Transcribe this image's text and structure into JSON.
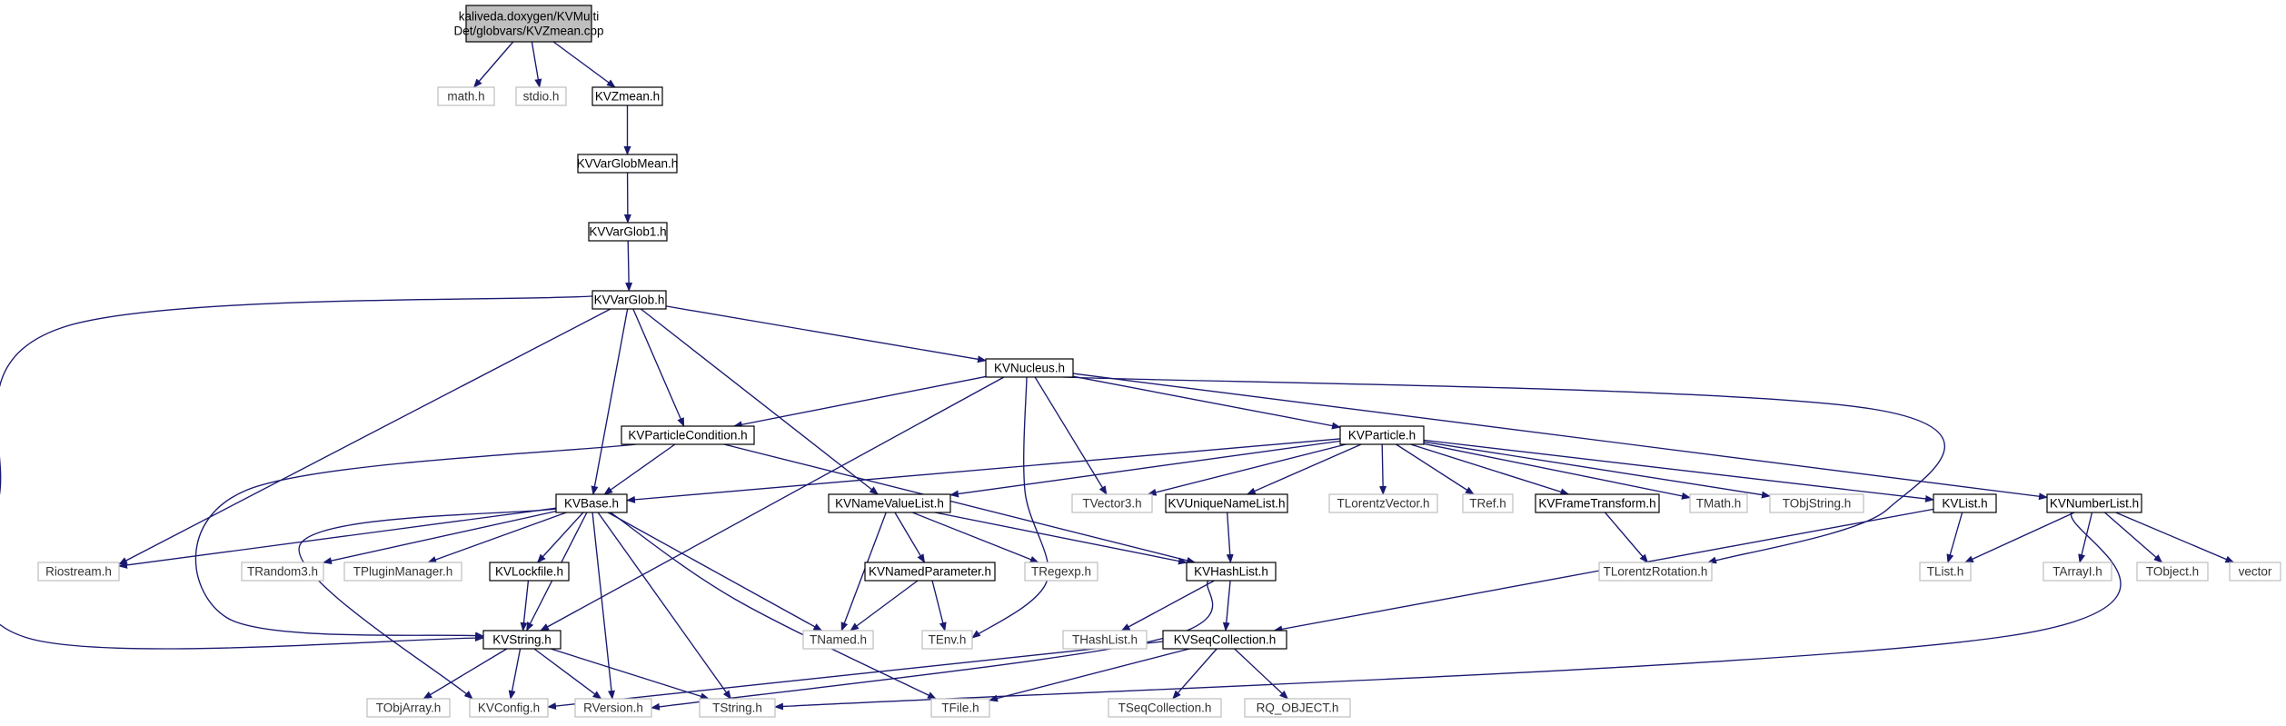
{
  "diagram": {
    "nodes": [
      {
        "id": "root",
        "label": "kaliveda.doxygen/KVMulti\nDet/globvars/KVZmean.cpp",
        "kind": "root"
      },
      {
        "id": "math",
        "label": "math.h",
        "kind": "external"
      },
      {
        "id": "stdio",
        "label": "stdio.h",
        "kind": "external"
      },
      {
        "id": "kvzmean",
        "label": "KVZmean.h",
        "kind": "internal"
      },
      {
        "id": "kvvarglobmean",
        "label": "KVVarGlobMean.h",
        "kind": "internal"
      },
      {
        "id": "kvvarglob1",
        "label": "KVVarGlob1.h",
        "kind": "internal"
      },
      {
        "id": "kvvarglob",
        "label": "KVVarGlob.h",
        "kind": "internal"
      },
      {
        "id": "kvnucleus",
        "label": "KVNucleus.h",
        "kind": "internal"
      },
      {
        "id": "kvparticlecondition",
        "label": "KVParticleCondition.h",
        "kind": "internal"
      },
      {
        "id": "kvparticle",
        "label": "KVParticle.h",
        "kind": "internal"
      },
      {
        "id": "kvbase",
        "label": "KVBase.h",
        "kind": "internal"
      },
      {
        "id": "kvnamevaluelist",
        "label": "KVNameValueList.h",
        "kind": "internal"
      },
      {
        "id": "tvector3",
        "label": "TVector3.h",
        "kind": "external"
      },
      {
        "id": "kvuniquenamelist",
        "label": "KVUniqueNameList.h",
        "kind": "internal"
      },
      {
        "id": "tlorentzvector",
        "label": "TLorentzVector.h",
        "kind": "external"
      },
      {
        "id": "tref",
        "label": "TRef.h",
        "kind": "external"
      },
      {
        "id": "kvframetransform",
        "label": "KVFrameTransform.h",
        "kind": "internal"
      },
      {
        "id": "tmath",
        "label": "TMath.h",
        "kind": "external"
      },
      {
        "id": "tobjstring",
        "label": "TObjString.h",
        "kind": "external"
      },
      {
        "id": "kvlist",
        "label": "KVList.h",
        "kind": "internal"
      },
      {
        "id": "kvnumberlist",
        "label": "KVNumberList.h",
        "kind": "internal"
      },
      {
        "id": "riostream",
        "label": "Riostream.h",
        "kind": "external"
      },
      {
        "id": "trandom3",
        "label": "TRandom3.h",
        "kind": "external"
      },
      {
        "id": "tpluginmanager",
        "label": "TPluginManager.h",
        "kind": "external"
      },
      {
        "id": "kvlockfile",
        "label": "KVLockfile.h",
        "kind": "internal"
      },
      {
        "id": "kvnamedparameter",
        "label": "KVNamedParameter.h",
        "kind": "internal"
      },
      {
        "id": "tregexp",
        "label": "TRegexp.h",
        "kind": "external"
      },
      {
        "id": "kvhashlist",
        "label": "KVHashList.h",
        "kind": "internal"
      },
      {
        "id": "tlorentzrotation",
        "label": "TLorentzRotation.h",
        "kind": "external"
      },
      {
        "id": "tlist",
        "label": "TList.h",
        "kind": "external"
      },
      {
        "id": "tarrayi",
        "label": "TArrayI.h",
        "kind": "external"
      },
      {
        "id": "tobject",
        "label": "TObject.h",
        "kind": "external"
      },
      {
        "id": "vector",
        "label": "vector",
        "kind": "external"
      },
      {
        "id": "kvstring",
        "label": "KVString.h",
        "kind": "internal"
      },
      {
        "id": "tnamed",
        "label": "TNamed.h",
        "kind": "external"
      },
      {
        "id": "tenv",
        "label": "TEnv.h",
        "kind": "external"
      },
      {
        "id": "thashlist",
        "label": "THashList.h",
        "kind": "external"
      },
      {
        "id": "kvseqcollection",
        "label": "KVSeqCollection.h",
        "kind": "internal"
      },
      {
        "id": "tobjarray",
        "label": "TObjArray.h",
        "kind": "external"
      },
      {
        "id": "kvconfig",
        "label": "KVConfig.h",
        "kind": "external"
      },
      {
        "id": "rversion",
        "label": "RVersion.h",
        "kind": "external"
      },
      {
        "id": "tstring",
        "label": "TString.h",
        "kind": "external"
      },
      {
        "id": "tfile",
        "label": "TFile.h",
        "kind": "external"
      },
      {
        "id": "tseqcollection",
        "label": "TSeqCollection.h",
        "kind": "external"
      },
      {
        "id": "rq_object",
        "label": "RQ_OBJECT.h",
        "kind": "external"
      }
    ],
    "edges": [
      [
        "root",
        "math"
      ],
      [
        "root",
        "stdio"
      ],
      [
        "root",
        "kvzmean"
      ],
      [
        "kvzmean",
        "kvvarglobmean"
      ],
      [
        "kvvarglobmean",
        "kvvarglob1"
      ],
      [
        "kvvarglob1",
        "kvvarglob"
      ],
      [
        "kvvarglob",
        "kvnucleus"
      ],
      [
        "kvvarglob",
        "kvparticlecondition"
      ],
      [
        "kvvarglob",
        "kvbase"
      ],
      [
        "kvvarglob",
        "kvnamevaluelist"
      ],
      [
        "kvvarglob",
        "riostream"
      ],
      [
        "kvvarglob",
        "kvstring"
      ],
      [
        "kvnucleus",
        "kvparticlecondition"
      ],
      [
        "kvnucleus",
        "kvparticle"
      ],
      [
        "kvnucleus",
        "tvector3"
      ],
      [
        "kvnucleus",
        "tlorentzrotation"
      ],
      [
        "kvnucleus",
        "kvnumberlist"
      ],
      [
        "kvnucleus",
        "kvstring"
      ],
      [
        "kvnucleus",
        "tenv"
      ],
      [
        "kvparticlecondition",
        "kvbase"
      ],
      [
        "kvparticlecondition",
        "kvhashlist"
      ],
      [
        "kvparticlecondition",
        "kvstring"
      ],
      [
        "kvparticle",
        "kvbase"
      ],
      [
        "kvparticle",
        "kvnamevaluelist"
      ],
      [
        "kvparticle",
        "tvector3"
      ],
      [
        "kvparticle",
        "kvuniquenamelist"
      ],
      [
        "kvparticle",
        "tlorentzvector"
      ],
      [
        "kvparticle",
        "tref"
      ],
      [
        "kvparticle",
        "kvframetransform"
      ],
      [
        "kvparticle",
        "tmath"
      ],
      [
        "kvparticle",
        "tobjstring"
      ],
      [
        "kvparticle",
        "kvlist"
      ],
      [
        "kvbase",
        "riostream"
      ],
      [
        "kvbase",
        "trandom3"
      ],
      [
        "kvbase",
        "tpluginmanager"
      ],
      [
        "kvbase",
        "kvlockfile"
      ],
      [
        "kvbase",
        "kvstring"
      ],
      [
        "kvbase",
        "tnamed"
      ],
      [
        "kvbase",
        "kvconfig"
      ],
      [
        "kvbase",
        "rversion"
      ],
      [
        "kvbase",
        "tstring"
      ],
      [
        "kvbase",
        "tfile"
      ],
      [
        "kvnamevaluelist",
        "kvnamedparameter"
      ],
      [
        "kvnamevaluelist",
        "tregexp"
      ],
      [
        "kvnamevaluelist",
        "kvhashlist"
      ],
      [
        "kvnamevaluelist",
        "tnamed"
      ],
      [
        "kvnamedparameter",
        "tnamed"
      ],
      [
        "kvnamedparameter",
        "tenv"
      ],
      [
        "kvuniquenamelist",
        "kvhashlist"
      ],
      [
        "kvframetransform",
        "tlorentzrotation"
      ],
      [
        "kvlist",
        "tlist"
      ],
      [
        "kvlist",
        "kvseqcollection"
      ],
      [
        "kvnumberlist",
        "tlist"
      ],
      [
        "kvnumberlist",
        "tarrayi"
      ],
      [
        "kvnumberlist",
        "tobject"
      ],
      [
        "kvnumberlist",
        "vector"
      ],
      [
        "kvnumberlist",
        "tstring"
      ],
      [
        "kvlockfile",
        "kvstring"
      ],
      [
        "kvhashlist",
        "kvseqcollection"
      ],
      [
        "kvhashlist",
        "thashlist"
      ],
      [
        "kvhashlist",
        "rversion"
      ],
      [
        "kvseqcollection",
        "kvconfig"
      ],
      [
        "kvseqcollection",
        "tfile"
      ],
      [
        "kvseqcollection",
        "tseqcollection"
      ],
      [
        "kvseqcollection",
        "rq_object"
      ],
      [
        "kvstring",
        "tobjarray"
      ],
      [
        "kvstring",
        "kvconfig"
      ],
      [
        "kvstring",
        "rversion"
      ],
      [
        "kvstring",
        "tstring"
      ]
    ],
    "colors": {
      "edge": "#191970",
      "internal_border": "#000000",
      "external_border": "#bfbfbf",
      "root_fill": "#bfbfbf",
      "fill": "#ffffff"
    }
  }
}
